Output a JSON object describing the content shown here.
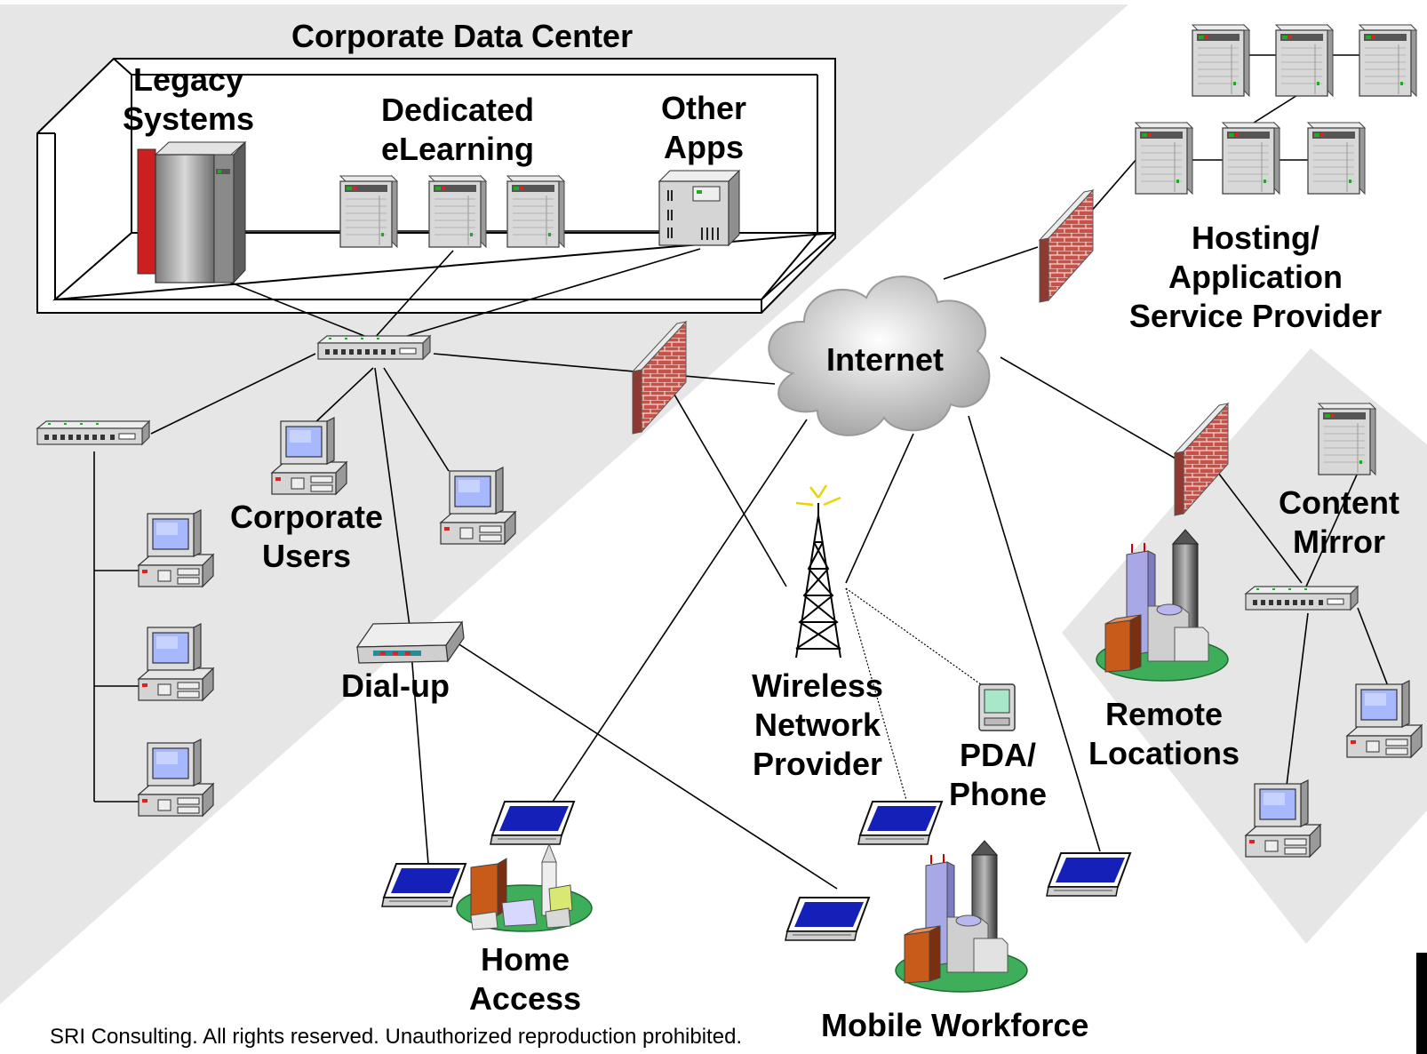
{
  "diagram": {
    "title": "Corporate Data Center",
    "labels": {
      "legacy": [
        "Legacy",
        "Systems"
      ],
      "dedicated": [
        "Dedicated",
        "eLearning"
      ],
      "other_apps": [
        "Other",
        "Apps"
      ],
      "hosting": [
        "Hosting/",
        "Application",
        "Service Provider"
      ],
      "internet": "Internet",
      "corporate_users": [
        "Corporate",
        "Users"
      ],
      "dial_up": "Dial-up",
      "wireless": [
        "Wireless",
        "Network",
        "Provider"
      ],
      "pda": [
        "PDA/",
        "Phone"
      ],
      "remote": [
        "Remote",
        "Locations"
      ],
      "content_mirror": [
        "Content",
        "Mirror"
      ],
      "home_access": [
        "Home",
        "Access"
      ],
      "mobile_workforce": "Mobile Workforce"
    },
    "copyright": "SRI Consulting. All rights reserved. Unauthorized reproduction prohibited.",
    "colors": {
      "background_zone": "#e6e6e6",
      "firewall_brick": "#c8524a",
      "mainframe_red": "#cc1f1f",
      "screen_blue": "#a8b8ff",
      "building_orange": "#d0621a",
      "grass_green": "#3fae5a"
    },
    "icons": [
      "mainframe-icon",
      "server-icon",
      "hub-icon",
      "firewall-icon",
      "cloud-icon",
      "desktop-computer-icon",
      "laptop-icon",
      "modem-icon",
      "antenna-tower-icon",
      "pda-icon",
      "buildings-icon"
    ]
  }
}
